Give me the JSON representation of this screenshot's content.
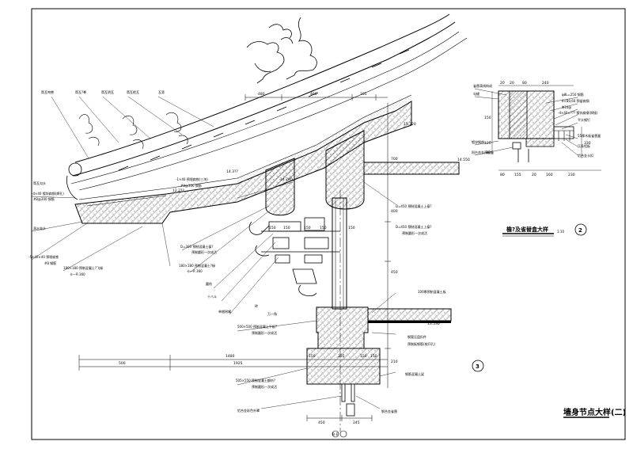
{
  "drawing": {
    "sheet_title": "墙身节点大样(二)",
    "marker_3": "3",
    "marker_2": "2",
    "axis_label": "B E"
  },
  "detail2": {
    "title": "檐?及雀替盒大样",
    "scale": "1:10",
    "top_dims": [
      "20",
      "20",
      "80",
      "240"
    ],
    "bottom_dims": [
      "80",
      "155",
      "20",
      "160",
      "230"
    ],
    "left_dims": [
      "150",
      "120",
      "30"
    ],
    "right_dim": "330",
    "labels": [
      "雀替滴线构成",
      "勾缝",
      "φ8L=250 钢筋",
      "6×80,60 预留扁钢",
      "Φ10@",
      "-4×40×??? 镀锌扁钢(焊接)",
      "平头钢钉",
      "镀锌钢带",
      "阳台合金预留板",
      "55厚木板雀替盒",
      "压条铝板",
      "铝合金卡扣"
    ]
  },
  "main": {
    "labels_top": [
      "筒瓦吻兽",
      "筒瓦?脊",
      "筒瓦阴瓦",
      "筒瓦檐瓦",
      "瓦背"
    ],
    "labels_left": [
      "筒瓦勾头",
      "-4×40 镀锌扁钢(焊孔)",
      "#8@300 钢筋",
      "滴水坐头"
    ],
    "labels_bottom_left": [
      "-5×40×40 预埋扁铁",
      "#8 钢筋",
      "180×180 预制混凝土?飞椽",
      "卡一R 360"
    ],
    "labels_mid": [
      "-1×40 预埋扁铁(三块)",
      "#8@300 钢筋",
      "D=300 预制混凝土檩?",
      "预制圆形一次成活",
      "180×180 预制混凝土?椽",
      "卡一R 360",
      "圆枋",
      "十八斗",
      "单翘昂嘴",
      "砖",
      "万一角",
      "500×500 预制混凝土平板?",
      "预制圆形一次成活",
      "505×550 预制混凝土额枋?",
      "预制圆形一次成活",
      "铝合金彩色外罩"
    ],
    "labels_right": [
      "D=450 预制混凝土上檩?",
      "预制圆形一次成活",
      "100厚预制混凝土板",
      "钢管压盘扣件",
      "预制板钢筋(按开孔)",
      "钢筋混凝土梁",
      "钢合金雀替"
    ],
    "elevations": [
      "15.320",
      "14.550",
      "14.780",
      "13.530",
      "12.2??",
      "14.3??"
    ],
    "dims_top": [
      "480",
      "460",
      "105"
    ],
    "dims_beam": [
      "150",
      "150",
      "150",
      "150",
      "150"
    ],
    "dims_left": [
      "500",
      "1480",
      "1925",
      "235"
    ],
    "dims_right": [
      "700",
      "400",
      "450",
      "210"
    ],
    "dims_bottom": [
      "450",
      "245"
    ],
    "dims_low": [
      "150",
      "150",
      "150"
    ]
  }
}
